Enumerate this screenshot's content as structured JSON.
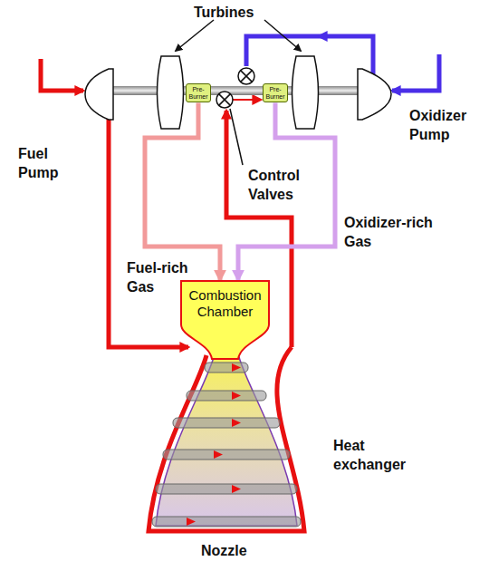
{
  "diagram": {
    "nodes": [
      {
        "text": [
          "Pre-Burner"
        ]
      },
      {
        "text": [
          "Pre-Burner"
        ]
      },
      {
        "text": [
          "Combustion Chamber"
        ]
      }
    ],
    "edges": [
      {
        "from": 0,
        "to": 2,
        "arrow": "to"
      },
      {
        "from": 1,
        "to": 2,
        "arrow": "to"
      }
    ],
    "labels": [
      "Turbines",
      "Fuel Pump",
      "Oxidizer Pump",
      "Control Valves",
      "Oxidizer-rich Gas",
      "Fuel-rich Gas",
      "Heat exchanger",
      "Nozzle"
    ]
  }
}
